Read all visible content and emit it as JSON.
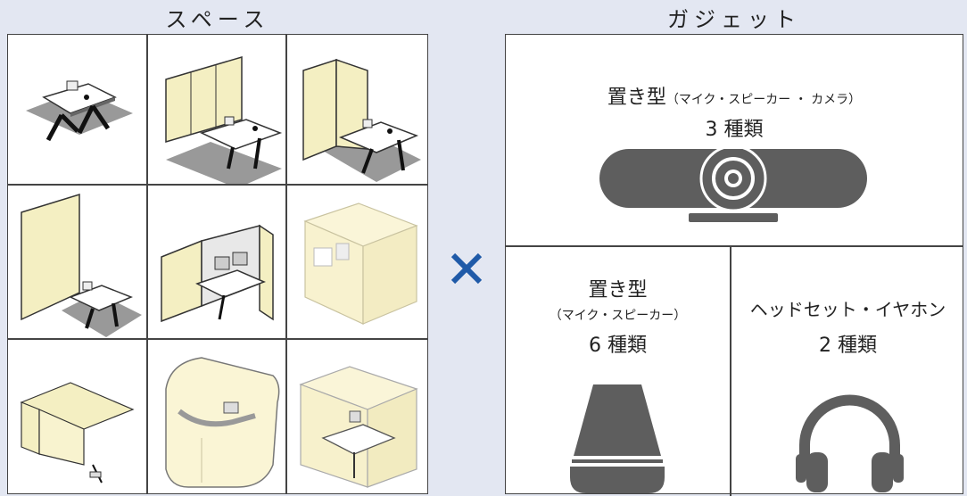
{
  "space": {
    "heading": "スペース"
  },
  "gadget": {
    "heading": "ガジェット",
    "cross_symbol": "×",
    "camera_bar": {
      "name": "置き型",
      "detail": "（マイク・スピーカー ・ カメラ）",
      "count": "3 種類"
    },
    "speaker": {
      "name": "置き型",
      "detail": "（マイク・スピーカー）",
      "count": "6 種類"
    },
    "headset": {
      "name": "ヘッドセット・イヤホン",
      "count": "2 種類"
    }
  },
  "colors": {
    "accent_blue": "#1f5aa8",
    "device_gray": "#5e5e5e",
    "partition_cream": "#f4efc2"
  }
}
